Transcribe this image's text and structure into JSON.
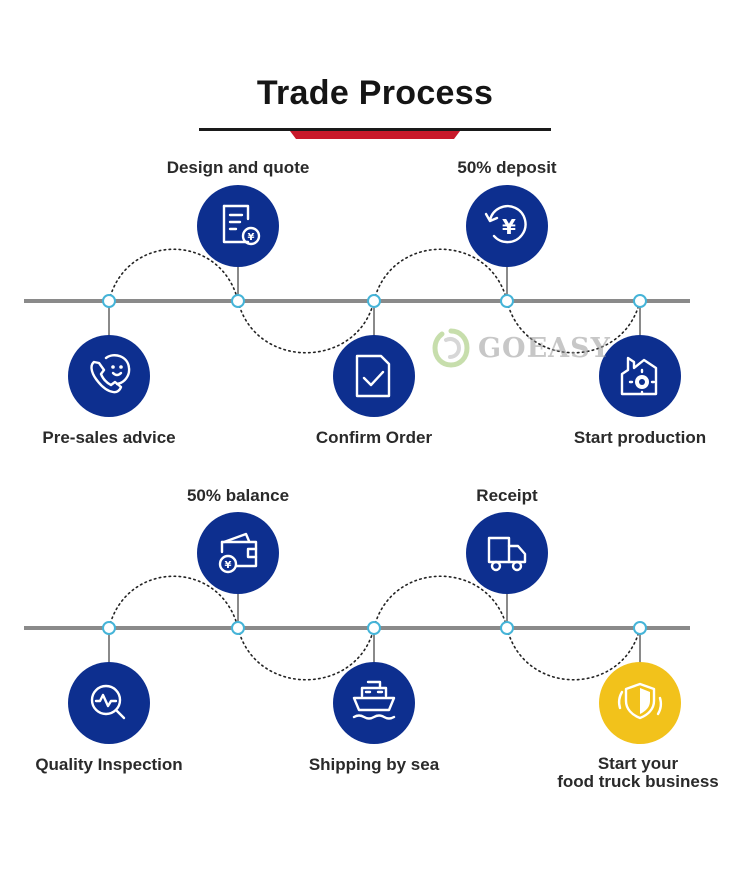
{
  "title": "Trade Process",
  "watermark": "GOEASY",
  "colors": {
    "node_blue": "#0d2f8f",
    "node_gold": "#f2c21b",
    "line": "#8a8a8a",
    "dot": "#45b4d8",
    "accent": "#c8192a"
  },
  "steps": [
    {
      "label": "Pre-sales advice",
      "icon": "phone-smile-icon"
    },
    {
      "label": "Design and quote",
      "icon": "quote-document-icon"
    },
    {
      "label": "Confirm Order",
      "icon": "document-check-icon"
    },
    {
      "label": "50% deposit",
      "icon": "yen-refresh-icon"
    },
    {
      "label": "Start production",
      "icon": "factory-gear-icon"
    },
    {
      "label": "Quality Inspection",
      "icon": "inspection-icon"
    },
    {
      "label": "50% balance",
      "icon": "wallet-icon"
    },
    {
      "label": "Shipping by sea",
      "icon": "ship-icon"
    },
    {
      "label": "Receipt",
      "icon": "delivery-truck-icon"
    },
    {
      "label_line1": "Start your",
      "label_line2": "food truck business",
      "icon": "shield-badge-icon"
    }
  ]
}
